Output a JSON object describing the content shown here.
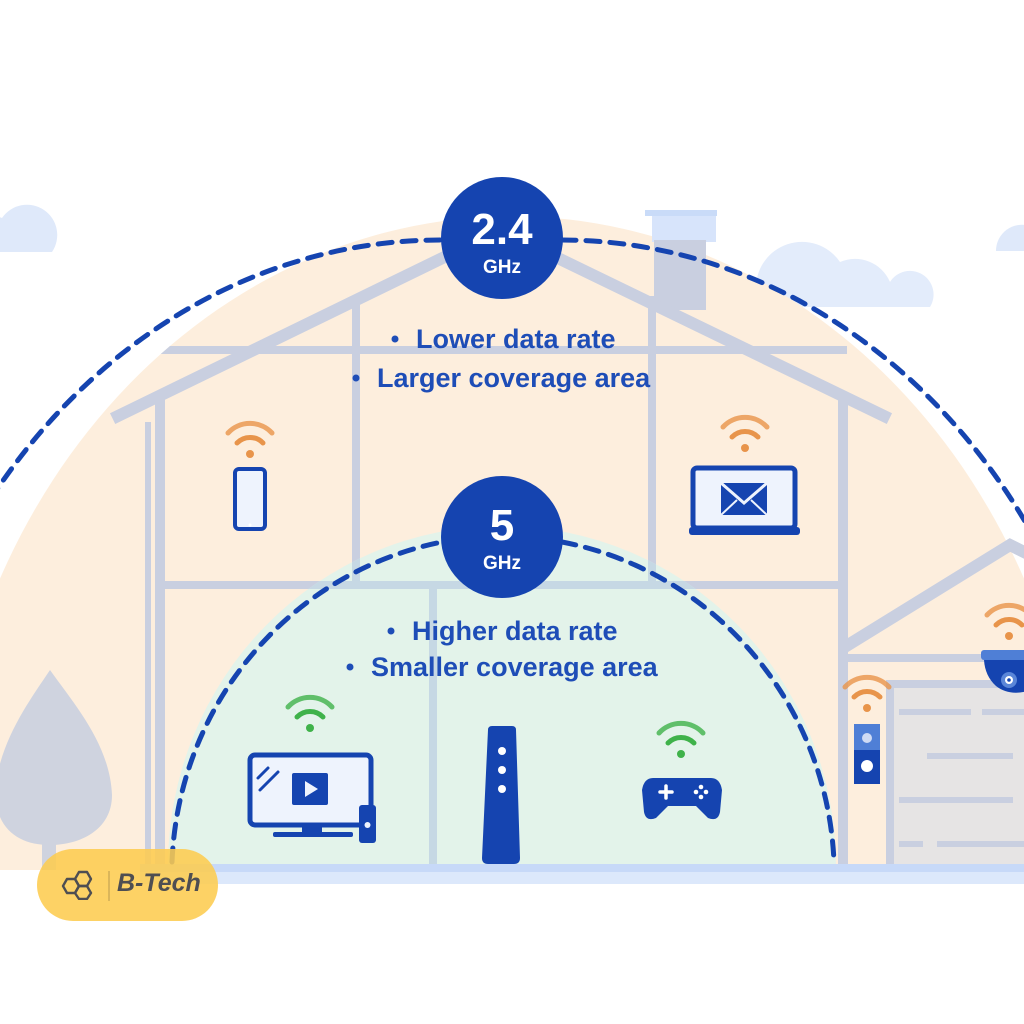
{
  "diagram": {
    "title": "Wi-Fi frequency band comparison",
    "bands": [
      {
        "id": "band-2-4",
        "value": "2.4",
        "unit": "GHz",
        "bullets": [
          "Lower data rate",
          "Larger coverage area"
        ],
        "signal_color": "#e8944a",
        "zone_color": "#fdeedd"
      },
      {
        "id": "band-5",
        "value": "5",
        "unit": "GHz",
        "bullets": [
          "Higher data rate",
          "Smaller coverage area"
        ],
        "signal_color": "#3fb24a",
        "zone_color": "#e3f3ea"
      }
    ],
    "devices_2_4": [
      "smartphone",
      "laptop-email",
      "doorbell-camera",
      "security-camera"
    ],
    "devices_5": [
      "smart-tv",
      "game-controller"
    ],
    "router": "router"
  },
  "colors": {
    "accent_blue": "#1544b0",
    "house_lines": "#c9cfe0",
    "ground": "#c7d9f8"
  },
  "brand": {
    "icon": "hexagon-cluster-icon",
    "name": "B-Tech"
  }
}
